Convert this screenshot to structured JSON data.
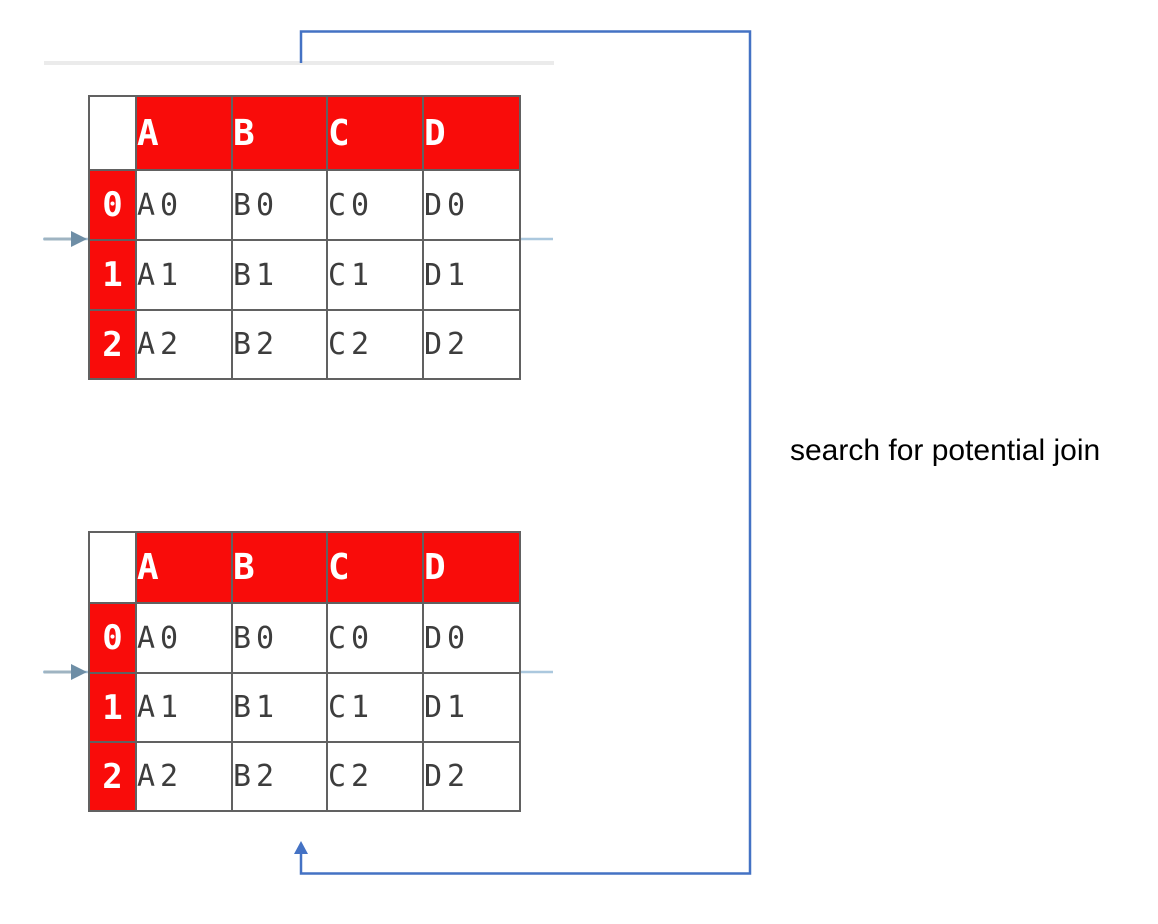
{
  "annotation": {
    "text": "search for potential join"
  },
  "tables": [
    {
      "id": "top",
      "columns": [
        "A",
        "B",
        "C",
        "D"
      ],
      "row_indices": [
        "0",
        "1",
        "2"
      ],
      "rows": [
        [
          "A0",
          "B0",
          "C0",
          "D0"
        ],
        [
          "A1",
          "B1",
          "C1",
          "D1"
        ],
        [
          "A2",
          "B2",
          "C2",
          "D2"
        ]
      ]
    },
    {
      "id": "bottom",
      "columns": [
        "A",
        "B",
        "C",
        "D"
      ],
      "row_indices": [
        "0",
        "1",
        "2"
      ],
      "rows": [
        [
          "A0",
          "B0",
          "C0",
          "D0"
        ],
        [
          "A1",
          "B1",
          "C1",
          "D1"
        ],
        [
          "A2",
          "B2",
          "C2",
          "D2"
        ]
      ]
    }
  ],
  "icons": {
    "loop_arrow": "arrow-up-icon",
    "row_pointer_top": "arrow-right-icon",
    "row_pointer_bottom": "arrow-right-icon"
  },
  "colors": {
    "header_red": "#f90c0a",
    "grid_border": "#616161",
    "connector_blue": "#4472c4",
    "row_line_blue": "#abc8de",
    "pointer_gray_blue": "#9fb4c2",
    "pointer_dark": "#6e8ea6",
    "divider_gray": "#ebebeb",
    "cell_text": "#3d3d3d"
  }
}
